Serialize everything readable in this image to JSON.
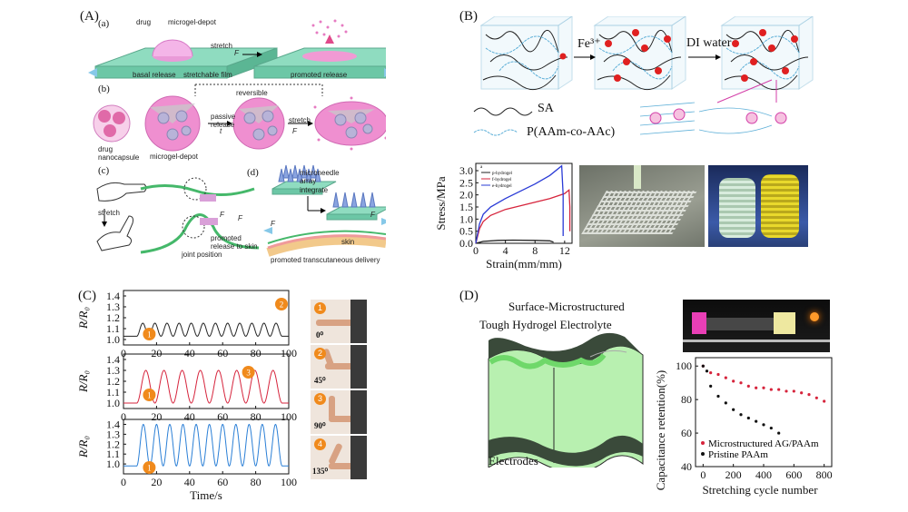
{
  "panelA": {
    "letter": "(A)",
    "a": "(a)",
    "b": "(b)",
    "c": "(c)",
    "d": "(d)",
    "drug": "drug",
    "depot": "microgel-depot",
    "stretch": "stretch",
    "F": "F",
    "basal": "basal release",
    "film": "stretchable film",
    "promoted": "promoted release",
    "reversible": "reversible",
    "nanocapsule": "drug nanocapsule",
    "depot2": "microgel-depot",
    "passive": "passive release",
    "t": "t",
    "stretch2": "stretch",
    "F2": "F",
    "stretch3": "stretch",
    "F3": "F",
    "F4": "F",
    "joint": "joint position",
    "promoted_skin": "promoted release to skin",
    "microneedle": "microneedle array",
    "integrate": "integrate",
    "skin": "skin",
    "transcut": "promoted transcutaneous delivery",
    "F5": "F",
    "F6": "F"
  },
  "panelB": {
    "letter": "(B)",
    "fe": "Fe³⁺",
    "di": "DI water",
    "sa": "SA",
    "paam": "P(AAm-co-AAc)",
    "ylabel": "Stress/MPa",
    "xlabel": "Strain(mm/mm)",
    "legend_a": "a",
    "legend": [
      "p-hydrogel",
      "f-hydrogel",
      "e-hydrogel"
    ]
  },
  "panelC": {
    "letter": "(C)",
    "ylabel": "R/R₀",
    "xlabel": "Time/s",
    "badges": [
      "1",
      "2",
      "3",
      "4"
    ],
    "angles": [
      "0⁰",
      "45⁰",
      "90⁰",
      "135⁰"
    ]
  },
  "panelD": {
    "letter": "(D)",
    "title1": "Surface-Microstructured",
    "title2": "Tough Hydrogel Electrolyte",
    "electrodes": "Electrodes",
    "ylabel": "Capacitance retention(%)",
    "xlabel": "Stretching cycle number",
    "legend": [
      "Microstructured AG/PAAm",
      "Pristine PAAm"
    ]
  },
  "chart_data": [
    {
      "type": "line",
      "title": "",
      "xlabel": "Strain(mm/mm)",
      "ylabel": "Stress/MPa",
      "xlim": [
        0,
        13
      ],
      "ylim": [
        0,
        3.3
      ],
      "xticks": [
        0,
        4,
        8,
        12
      ],
      "yticks": [
        0.0,
        0.5,
        1.0,
        1.5,
        2.0,
        2.5,
        3.0
      ],
      "series": [
        {
          "name": "p-hydrogel",
          "color": "#222222",
          "x": [
            0,
            1,
            3,
            5,
            8,
            10,
            10.5
          ],
          "y": [
            0,
            0.08,
            0.12,
            0.13,
            0.12,
            0.1,
            0.05
          ]
        },
        {
          "name": "f-hydrogel",
          "color": "#d6243c",
          "x": [
            0,
            0.5,
            1,
            2,
            4,
            6,
            8,
            10,
            12,
            12.6,
            12.7,
            12.7
          ],
          "y": [
            0,
            0.6,
            0.9,
            1.15,
            1.4,
            1.55,
            1.7,
            1.85,
            2.05,
            2.2,
            1.5,
            0.5
          ]
        },
        {
          "name": "e-hydrogel",
          "color": "#2a3bd6",
          "x": [
            0,
            0.5,
            1,
            2,
            4,
            6,
            8,
            10,
            11.6,
            11.8,
            11.8
          ],
          "y": [
            0,
            0.8,
            1.2,
            1.5,
            1.85,
            2.15,
            2.45,
            2.8,
            3.2,
            2.0,
            0.3
          ]
        }
      ]
    },
    {
      "type": "line",
      "ylabel": "R/R₀",
      "xlabel": "",
      "xlim": [
        0,
        100
      ],
      "ylim": [
        0.95,
        1.45
      ],
      "xticks": [
        0,
        20,
        40,
        60,
        80,
        100
      ],
      "yticks": [
        1.0,
        1.1,
        1.2,
        1.3,
        1.4
      ],
      "series": [
        {
          "name": "",
          "color": "#222222",
          "peaks": 1.15,
          "base": 1.03,
          "cycles": 12
        }
      ]
    },
    {
      "type": "line",
      "ylabel": "R/R₀",
      "xlabel": "",
      "xlim": [
        0,
        100
      ],
      "ylim": [
        0.95,
        1.45
      ],
      "xticks": [
        0,
        20,
        40,
        60,
        80,
        100
      ],
      "yticks": [
        1.0,
        1.1,
        1.2,
        1.3,
        1.4
      ],
      "series": [
        {
          "name": "",
          "color": "#d6243c",
          "peaks": 1.3,
          "base": 1.0,
          "cycles": 8
        }
      ]
    },
    {
      "type": "line",
      "ylabel": "R/R₀",
      "xlabel": "Time/s",
      "xlim": [
        0,
        100
      ],
      "ylim": [
        0.9,
        1.45
      ],
      "xticks": [
        0,
        20,
        40,
        60,
        80,
        100
      ],
      "yticks": [
        1.0,
        1.1,
        1.2,
        1.3,
        1.4
      ],
      "series": [
        {
          "name": "",
          "color": "#2a7fd6",
          "peaks": 1.4,
          "base": 0.98,
          "cycles": 11
        }
      ]
    },
    {
      "type": "scatter",
      "xlabel": "Stretching cycle number",
      "ylabel": "Capacitance retention(%)",
      "xlim": [
        -50,
        850
      ],
      "ylim": [
        40,
        105
      ],
      "xticks": [
        0,
        200,
        400,
        600,
        800
      ],
      "yticks": [
        40,
        60,
        80,
        100
      ],
      "series": [
        {
          "name": "Microstructured AG/PAAm",
          "color": "#d6243c",
          "x": [
            0,
            50,
            100,
            150,
            200,
            250,
            300,
            350,
            400,
            450,
            500,
            550,
            600,
            650,
            700,
            750,
            800
          ],
          "y": [
            100,
            96,
            95,
            93,
            91,
            90,
            88,
            87,
            87,
            86,
            86,
            85,
            85,
            84,
            83,
            81,
            79
          ]
        },
        {
          "name": "Pristine PAAm",
          "color": "#111111",
          "x": [
            0,
            25,
            50,
            100,
            150,
            200,
            250,
            300,
            350,
            400,
            450,
            500
          ],
          "y": [
            100,
            97,
            88,
            82,
            78,
            74,
            71,
            69,
            67,
            65,
            63,
            60
          ]
        }
      ]
    }
  ]
}
